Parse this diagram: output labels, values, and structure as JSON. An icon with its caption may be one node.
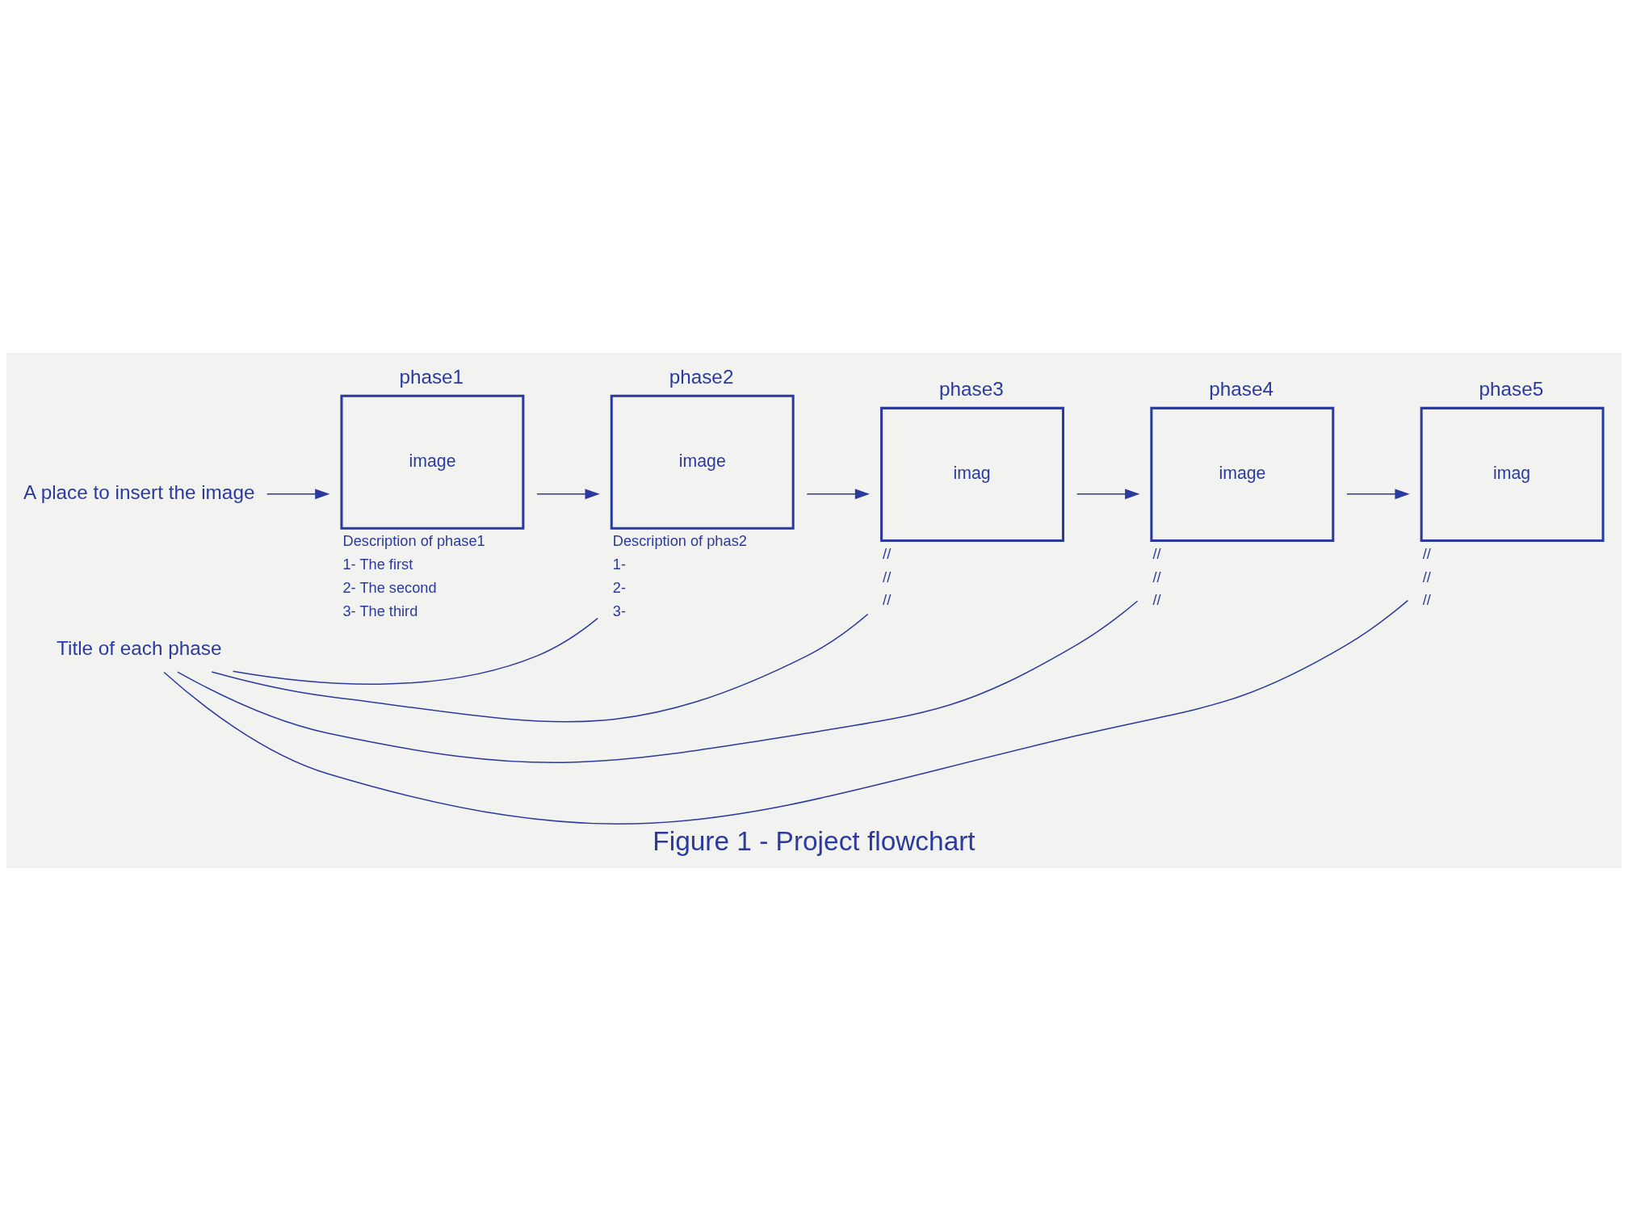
{
  "diagram": {
    "caption": "Figure 1 - Project flowchart",
    "nodes": [
      {
        "text": [
          "A place to insert the image"
        ]
      },
      {
        "text": [
          "Title of each phase"
        ]
      },
      {
        "text": [
          "phase1",
          "image"
        ],
        "beside": [
          "Description of phase1",
          "1- The first",
          "2- The second",
          "3- The third"
        ]
      },
      {
        "text": [
          "phase2",
          "image"
        ],
        "beside": [
          "Description of phas2",
          "1-",
          "2-",
          "3-"
        ]
      },
      {
        "text": [
          "phase3",
          "imag"
        ],
        "beside": [
          "//",
          "//",
          "//"
        ]
      },
      {
        "text": [
          "phase4",
          "image"
        ],
        "beside": [
          "//",
          "//",
          "//"
        ]
      },
      {
        "text": [
          "phase5",
          "imag"
        ],
        "beside": [
          "//",
          "//",
          "//"
        ]
      }
    ],
    "edges": [
      {
        "from": 0,
        "to": 2,
        "arrow": "to"
      },
      {
        "from": 1,
        "to": 3,
        "arrow": "none"
      },
      {
        "from": 1,
        "to": 4,
        "arrow": "none"
      },
      {
        "from": 1,
        "to": 5,
        "arrow": "none"
      },
      {
        "from": 1,
        "to": 6,
        "arrow": "none"
      },
      {
        "from": 2,
        "to": 3,
        "arrow": "to"
      },
      {
        "from": 3,
        "to": 4,
        "arrow": "to"
      },
      {
        "from": 4,
        "to": 5,
        "arrow": "to"
      },
      {
        "from": 5,
        "to": 6,
        "arrow": "to"
      }
    ]
  }
}
